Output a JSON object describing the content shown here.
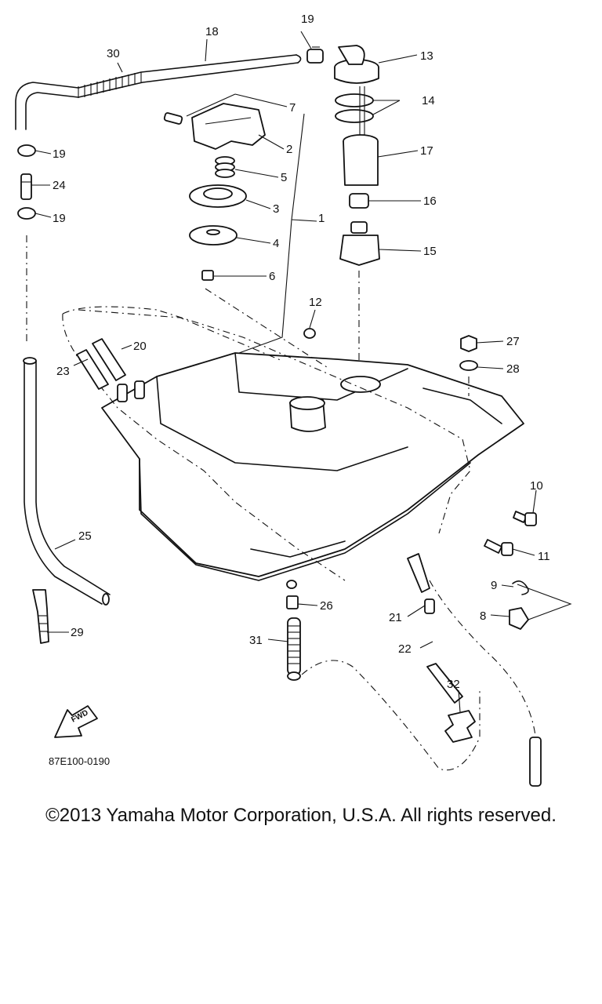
{
  "diagram": {
    "callouts": [
      "1",
      "2",
      "3",
      "4",
      "5",
      "6",
      "7",
      "8",
      "9",
      "10",
      "11",
      "12",
      "13",
      "14",
      "15",
      "16",
      "17",
      "18",
      "19",
      "20",
      "21",
      "22",
      "23",
      "24",
      "25",
      "26",
      "27",
      "28",
      "29",
      "30",
      "31",
      "32"
    ],
    "label_19_repeat": "19",
    "part_code": "87E100-0190",
    "fwd_text": "FWD"
  },
  "footer": {
    "copyright": "©2013 Yamaha Motor Corporation, U.S.A. All rights reserved."
  }
}
